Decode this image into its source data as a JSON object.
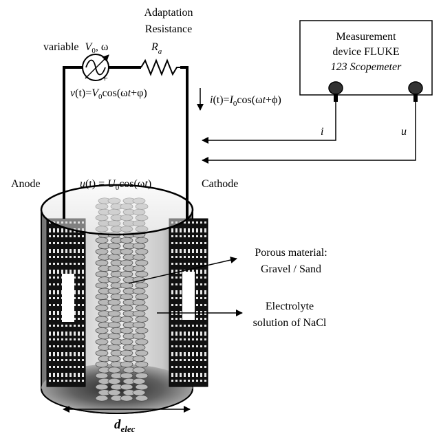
{
  "labels": {
    "adaptation_line1": "Adaptation",
    "adaptation_line2": "Resistance",
    "variable": "variable",
    "V0_sym": "V",
    "V0_sub": "0",
    "omega_suffix": ", ω",
    "Ra_sym": "R",
    "Ra_sub": "a",
    "minus": "-",
    "plus": "+",
    "device_line1": "Measurement",
    "device_line2": "device FLUKE",
    "device_line3": "123 Scopemeter",
    "anode": "Anode",
    "cathode": "Cathode",
    "porous_line1": "Porous material:",
    "porous_line2": "Gravel / Sand",
    "electrolyte_line1": "Electrolyte",
    "electrolyte_line2": "solution of NaCl",
    "current_probe": "i",
    "voltage_probe": "u",
    "d_sym": "d",
    "d_sub": "elec"
  },
  "equations": {
    "v_lhs": "v",
    "v_mid": "(t)=",
    "v_V": "V",
    "v_sub": "0",
    "v_cos": "cos(ω",
    "v_t": "t",
    "v_end": "+φ)",
    "i_lhs": "i",
    "i_mid": "(t)=",
    "i_I": "I",
    "i_sub": "0",
    "i_cos": "cos(ω",
    "i_t": "t",
    "i_end": "+ϕ)",
    "u_lhs": "u",
    "u_mid": "(t) = ",
    "u_U": "U",
    "u_sub": "0",
    "u_cos": "cos(ω",
    "u_t": "t",
    "u_end": ")"
  },
  "colors": {
    "electrode": "#111111",
    "liquid_light": "#f0f0f0",
    "liquid_dark": "#8a8a8a",
    "bead": "#b8b8b8"
  }
}
